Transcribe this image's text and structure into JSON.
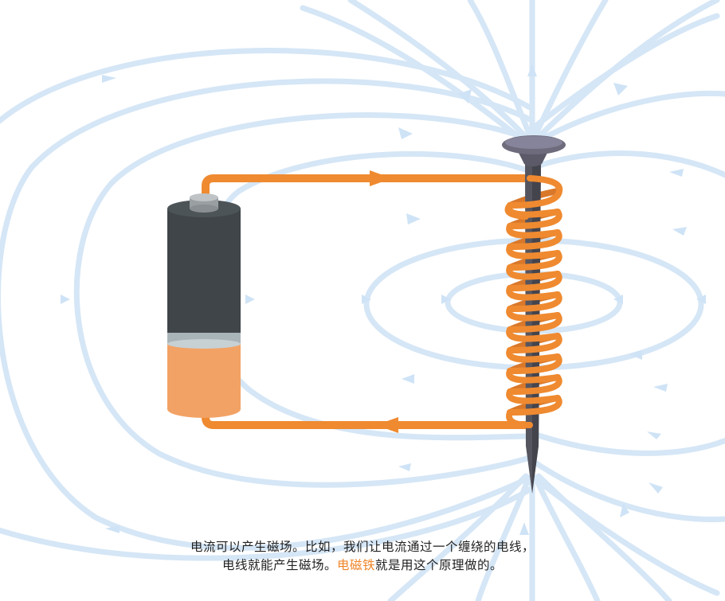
{
  "caption": {
    "line1": "电流可以产生磁场。比如，我们让电流通过一个缠绕的电线，",
    "line2_before": "电线就能产生磁场。",
    "line2_highlight": "电磁铁",
    "line2_after": "就是用这个原理做的。"
  },
  "colors": {
    "field_lines": "#cfe3f6",
    "wire": "#ef8a30",
    "battery_body_dark": "#3f4549",
    "battery_body_orange": "#f2a265",
    "battery_band": "#a8b4b8",
    "battery_terminal": "#9a9fa2",
    "nail": "#55555f",
    "nail_head": "#6e6c7c",
    "highlight_text": "#f0862a"
  },
  "icons": [
    "battery-icon",
    "nail-icon",
    "coil-icon",
    "current-arrow-icon",
    "field-arrow-icon"
  ]
}
